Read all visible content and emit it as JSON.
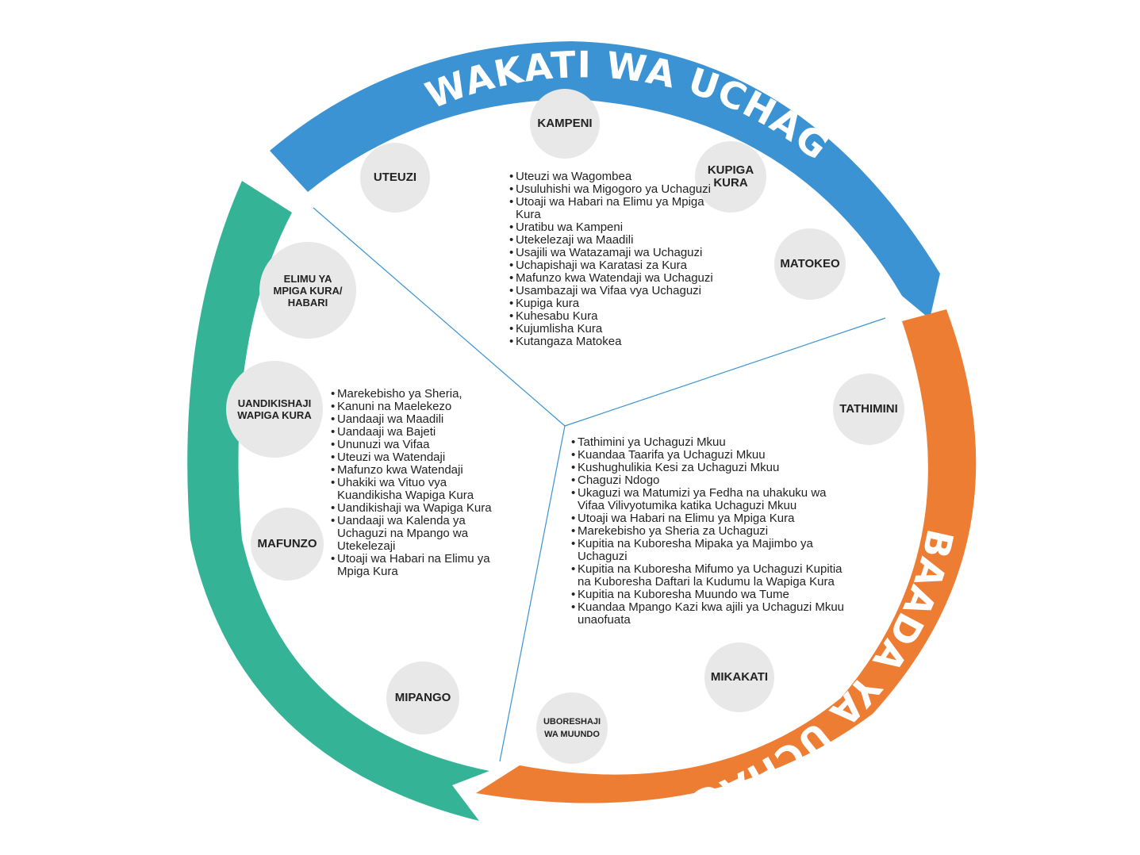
{
  "colors": {
    "blue": "#3b93d3",
    "orange": "#ee7d34",
    "green": "#35b396",
    "line": "#3b93d3",
    "stage_bg": "#e8e8e8"
  },
  "arcs": {
    "during": "WAKATI WA UCHAGUZI",
    "after": "BAADA YA UCHAGUZI"
  },
  "stages": {
    "kampeni": "KAMPENI",
    "uteuzi": "UTEUZI",
    "kupiga_kura": "KUPIGA KURA",
    "matokeo": "MATOKEO",
    "tathimini": "TATHIMINI",
    "mikakati": "MIKAKATI",
    "uboreshaji": "UBORESHAJI WA MUUNDO",
    "mipango": "MIPANGO",
    "mafunzo": "MAFUNZO",
    "uandikishaji": "UANDIKISHAJI WAPIGA KURA",
    "elimu": "ELIMU YA MPIGA KURA/ HABARI"
  },
  "lists": {
    "during": [
      "Uteuzi wa Wagombea",
      "Usuluhishi wa Migogoro ya Uchaguzi",
      "Utoaji wa Habari na Elimu ya Mpiga Kura",
      "Uratibu wa Kampeni",
      "Utekelezaji wa Maadili",
      "Usajili wa Watazamaji wa Uchaguzi",
      "Uchapishaji wa Karatasi za Kura",
      "Mafunzo kwa Watendaji wa Uchaguzi",
      "Usambazaji wa Vifaa vya Uchaguzi",
      "Kupiga kura",
      "Kuhesabu Kura",
      "Kujumlisha Kura",
      "Kutangaza Matokea"
    ],
    "before": [
      "Marekebisho ya Sheria,",
      "Kanuni na Maelekezo",
      "Uandaaji wa Maadili",
      "Uandaaji wa Bajeti",
      "Ununuzi wa Vifaa",
      "Uteuzi wa Watendaji",
      "Mafunzo kwa Watendaji",
      "Uhakiki wa Vituo vya Kuandikisha Wapiga Kura",
      "Uandikishaji wa Wapiga Kura",
      "Uandaaji wa Kalenda ya Uchaguzi na Mpango wa Utekelezaji",
      "Utoaji wa Habari na Elimu ya Mpiga Kura"
    ],
    "after": [
      "Tathimini ya Uchaguzi Mkuu",
      "Kuandaa Taarifa ya Uchaguzi Mkuu",
      "Kushughulikia Kesi za Uchaguzi Mkuu",
      "Chaguzi Ndogo",
      "Ukaguzi wa Matumizi ya Fedha na uhakuku wa Vifaa Vilivyotumika katika Uchaguzi Mkuu",
      "Utoaji wa Habari na Elimu ya Mpiga Kura",
      "Marekebisho ya Sheria za Uchaguzi",
      "Kupitia na Kuboresha Mipaka ya Majimbo ya Uchaguzi",
      "Kupitia na Kuboresha Mifumo ya Uchaguzi Kupitia na Kuboresha Daftari la Kudumu la Wapiga Kura",
      "Kupitia na Kuboresha Muundo wa Tume",
      "Kuandaa Mpango Kazi kwa ajili ya Uchaguzi Mkuu unaofuata"
    ]
  }
}
